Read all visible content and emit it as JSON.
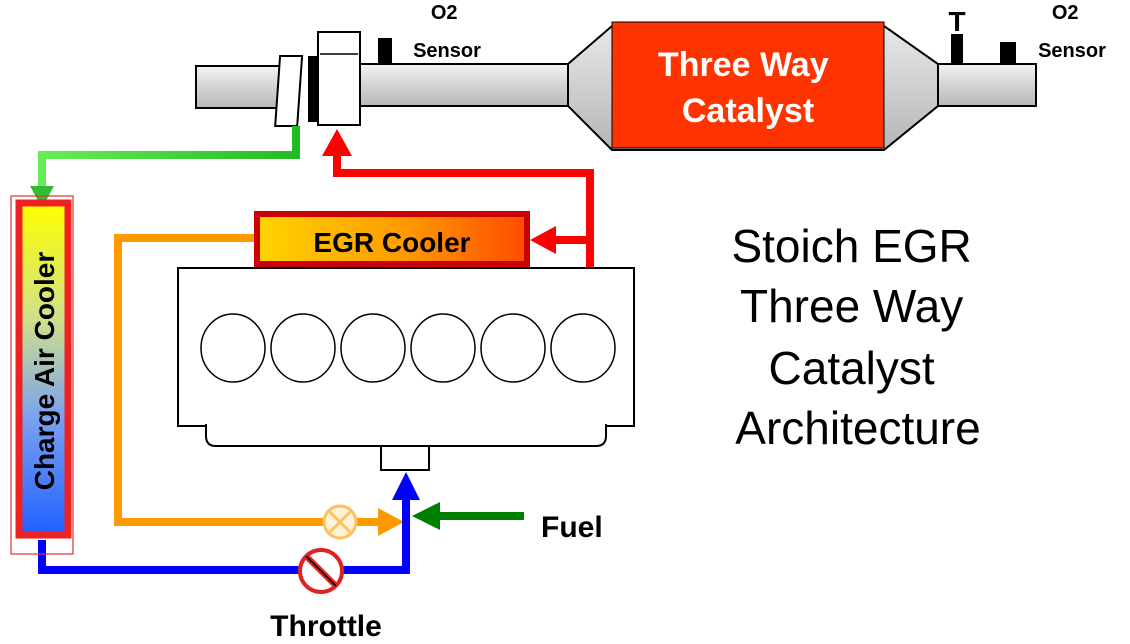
{
  "labels": {
    "o2_sensor_left": [
      "O2",
      "Sensor"
    ],
    "o2_sensor_right": [
      "O2",
      "Sensor"
    ],
    "temp_sensor": "T",
    "three_way_catalyst": [
      "Three Way",
      "Catalyst"
    ],
    "egr_cooler": "EGR Cooler",
    "charge_air_cooler": "Charge Air Cooler",
    "fuel": "Fuel",
    "throttle": "Throttle"
  },
  "title": [
    "Stoich EGR",
    "Three Way",
    "Catalyst",
    "Architecture"
  ],
  "colors": {
    "exhaust_red": "#ff0000",
    "catalyst_fill": "#ff3300",
    "egr_orange": "#ff9900",
    "intake_blue": "#0000ff",
    "fuel_green": "#008000",
    "charge_air_green": "#33cc33",
    "pipe_gray": "#d8d8d8"
  }
}
